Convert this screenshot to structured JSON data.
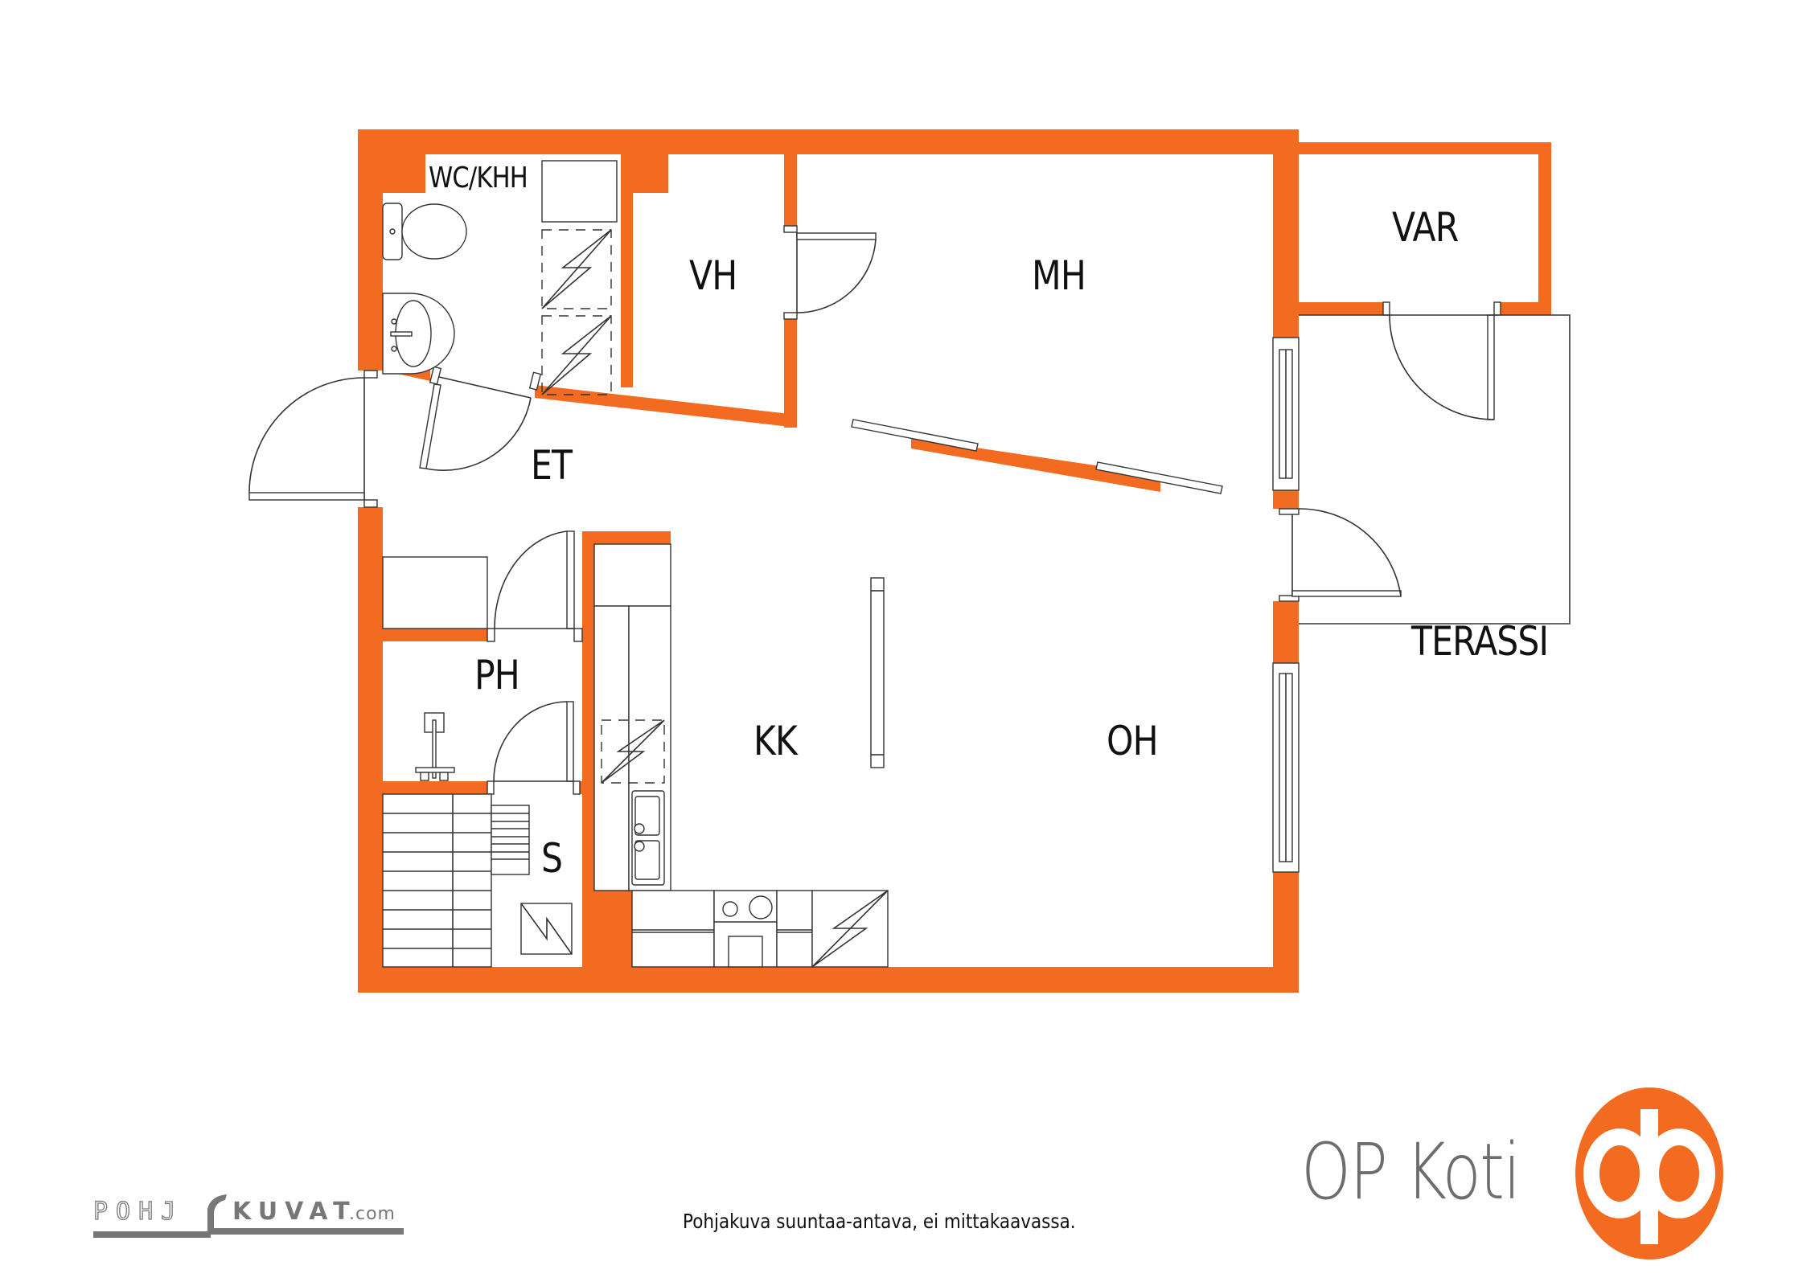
{
  "rooms": {
    "wc_khh": "WC/KHH",
    "vh": "VH",
    "mh": "MH",
    "var": "VAR",
    "et": "ET",
    "terassi": "TERASSI",
    "ph": "PH",
    "kk": "KK",
    "oh": "OH",
    "s": "S"
  },
  "footer": {
    "note": "Pohjakuva suuntaa-antava, ei mittakaavassa.",
    "credit_part1": "POHJ",
    "credit_part2": "KUVAT",
    "credit_part3": ".com"
  },
  "brand": {
    "name": "OP Koti",
    "logo_icon": "op-logo-icon",
    "accent_color": "#F26B21",
    "text_color": "#6D6D6D"
  },
  "colors": {
    "wall": "#F26B21",
    "line": "#333333",
    "background": "#FFFFFF"
  }
}
